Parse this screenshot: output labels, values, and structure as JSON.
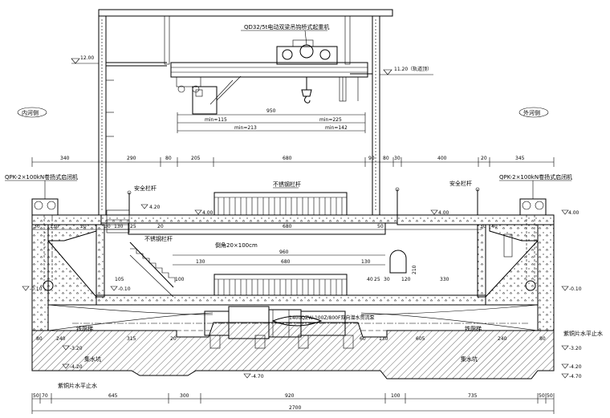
{
  "title_crane": "QD32/5t电动双梁吊钩桥式起重机",
  "left_side_label": "内河侧",
  "right_side_label": "外河侧",
  "left_hoist": "QPK-2×100kN卷扬式启闭机",
  "right_hoist": "QPK-2×100kN卷扬式启闭机",
  "safety_rail_left": "安全栏杆",
  "safety_rail_right": "安全栏杆",
  "stainless_rail_top": "不锈钢栏杆",
  "stainless_rail_stair": "不锈钢栏杆",
  "chamfer": "倒角20×100cm",
  "pump_spec": "1400QZW-100Z/800F双向潜水贯流泵",
  "ladder_left": "铁爬梯",
  "ladder_right": "铁爬梯",
  "sump_left": "集水坑",
  "sump_right": "集水坑",
  "waterstop_left": "紫铜片水平止水",
  "waterstop_right": "紫铜片水平止水",
  "elevations": {
    "top_left": "12.00",
    "rail_right": "11.20（轨道顶）",
    "deck_left": "4.20",
    "deck_center": "4.00",
    "deck_right": "4.00",
    "deck_far_right": "4.00",
    "mid_left": "-0.10",
    "mid_right": "-0.10",
    "mid_center": "-0.10",
    "bot_left_1": "-3.20",
    "bot_left_2": "-4.20",
    "bot_center": "-4.70",
    "bot_right_1": "-3.20",
    "bot_right_2": "-4.20",
    "bot_right_3": "-4.70"
  },
  "crane_dims": {
    "span": "950",
    "min115": "min=115",
    "min225": "min=225",
    "min213": "min=213",
    "min142": "min=142"
  },
  "top_dims": [
    "340",
    "290",
    "80",
    "205",
    "680",
    "90",
    "80",
    "30",
    "400",
    "20",
    "345"
  ],
  "deck_dims_left": [
    "30",
    "130",
    "20",
    "30",
    "130",
    "25"
  ],
  "deck_dims_right": [
    "30",
    "40"
  ],
  "deck_dims_mid": [
    "20",
    "680",
    "50"
  ],
  "chamber_dims": {
    "d960": "960",
    "d130a": "130",
    "d680": "680",
    "d130b": "130",
    "d105": "105",
    "d100": "100",
    "d40": "40",
    "d25": "25",
    "d30": "30",
    "d210": "210",
    "d120": "120",
    "d330": "330",
    "d20a": "20",
    "d315": "315",
    "d240a": "240",
    "d60": "60",
    "d130c": "130",
    "d605": "605",
    "d240b": "240",
    "d80a": "80",
    "d80b": "80"
  },
  "bottom_dims": [
    "50",
    "70",
    "645",
    "300",
    "920",
    "100",
    "735",
    "50",
    "50"
  ],
  "total_width": "2700"
}
